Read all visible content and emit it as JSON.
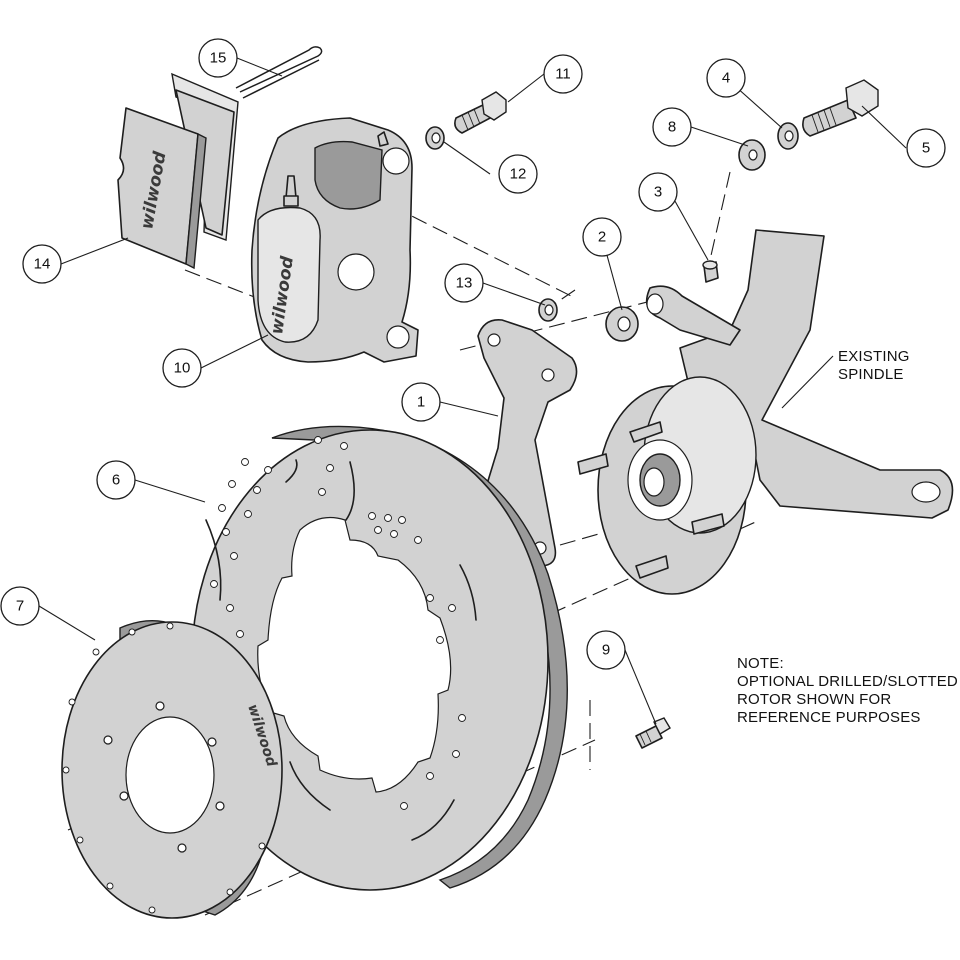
{
  "callouts": [
    {
      "id": "1",
      "label": "1"
    },
    {
      "id": "2",
      "label": "2"
    },
    {
      "id": "3",
      "label": "3"
    },
    {
      "id": "4",
      "label": "4"
    },
    {
      "id": "5",
      "label": "5"
    },
    {
      "id": "6",
      "label": "6"
    },
    {
      "id": "7",
      "label": "7"
    },
    {
      "id": "8",
      "label": "8"
    },
    {
      "id": "9",
      "label": "9"
    },
    {
      "id": "10",
      "label": "10"
    },
    {
      "id": "11",
      "label": "11"
    },
    {
      "id": "12",
      "label": "12"
    },
    {
      "id": "13",
      "label": "13"
    },
    {
      "id": "14",
      "label": "14"
    },
    {
      "id": "15",
      "label": "15"
    }
  ],
  "labels": {
    "spindle_line1": "EXISTING",
    "spindle_line2": "SPINDLE",
    "note_line1": "NOTE:",
    "note_line2": "OPTIONAL DRILLED/SLOTTED",
    "note_line3": "ROTOR SHOWN FOR",
    "note_line4": "REFERENCE PURPOSES"
  },
  "brand_marks": {
    "pad": "wilwood",
    "caliper": "wilwood",
    "hat": "wilwood"
  },
  "colors": {
    "line": "#1e1e1e",
    "part_fill": "#d2d2d2",
    "background": "#ffffff"
  }
}
